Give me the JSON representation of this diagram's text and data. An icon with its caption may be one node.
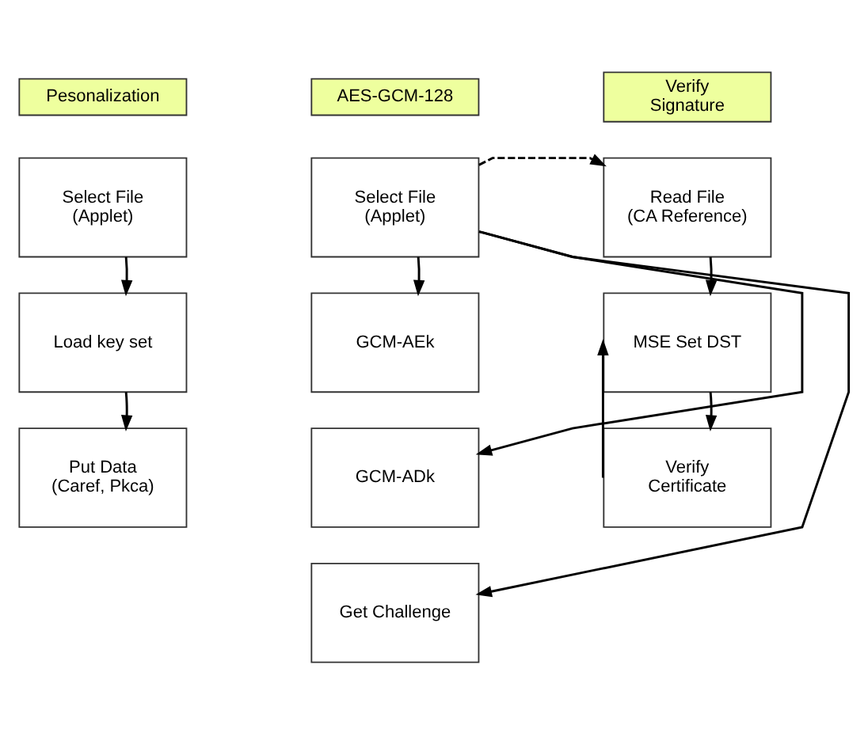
{
  "diagram": {
    "nodes": [
      {
        "text": [
          "Pesonalization"
        ]
      },
      {
        "text": [
          "Select File (Applet)"
        ]
      },
      {
        "text": [
          "Load key set"
        ]
      },
      {
        "text": [
          "Put Data (Caref, Pkca)"
        ]
      },
      {
        "text": [
          "AES-GCM-128"
        ]
      },
      {
        "text": [
          "Select File (Applet)"
        ]
      },
      {
        "text": [
          "GCM-AEk"
        ]
      },
      {
        "text": [
          "GCM-ADk"
        ]
      },
      {
        "text": [
          "Get Challenge"
        ]
      },
      {
        "text": [
          "Verify Signature"
        ]
      },
      {
        "text": [
          "Read File (CA Reference)"
        ]
      },
      {
        "text": [
          "MSE Set DST"
        ]
      },
      {
        "text": [
          "Verify Certificate"
        ]
      }
    ],
    "edges": [
      {
        "from": 1,
        "to": 2,
        "arrow": "to"
      },
      {
        "from": 2,
        "to": 3,
        "arrow": "to"
      },
      {
        "from": 5,
        "to": 6,
        "arrow": "to"
      },
      {
        "from": 5,
        "to": 7,
        "arrow": "to"
      },
      {
        "from": 5,
        "to": 8,
        "arrow": "to"
      },
      {
        "from": 5,
        "to": 10,
        "arrow": "to",
        "style": "dashed"
      },
      {
        "from": 10,
        "to": 11,
        "arrow": "to"
      },
      {
        "from": 11,
        "to": 12,
        "arrow": "to"
      },
      {
        "from": 12,
        "to": 11,
        "arrow": "to"
      }
    ]
  }
}
